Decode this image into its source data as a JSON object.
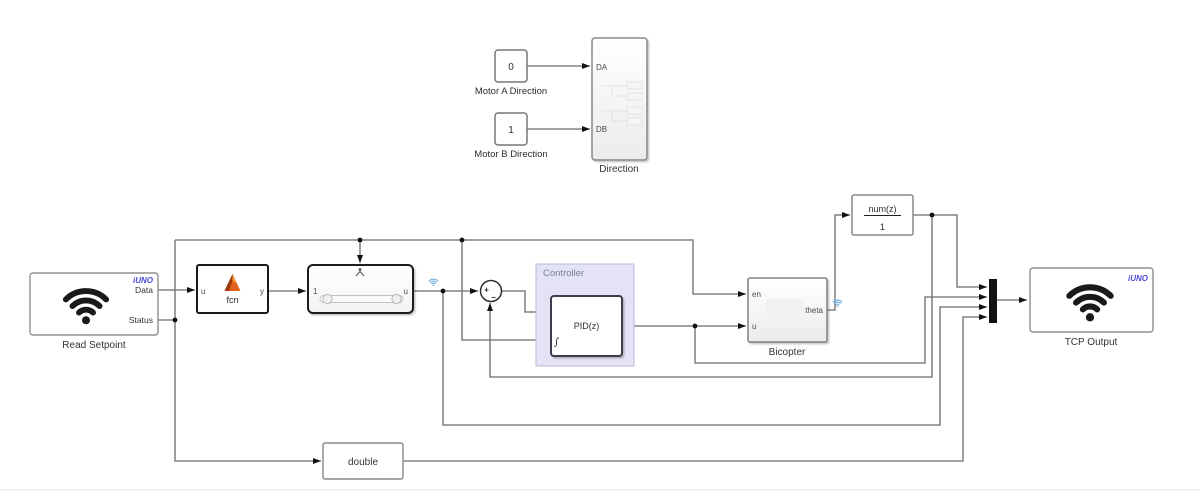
{
  "diagram": {
    "motor_a": {
      "value": "0",
      "label": "Motor A Direction"
    },
    "motor_b": {
      "value": "1",
      "label": "Motor B Direction"
    },
    "direction": {
      "label": "Direction",
      "port_da": "DA",
      "port_db": "DB"
    },
    "read_setpoint": {
      "label": "Read Setpoint",
      "badge": "iUNO",
      "port_data": "Data",
      "port_status": "Status"
    },
    "fcn": {
      "label": "fcn",
      "port_in": "u",
      "port_out": "y"
    },
    "slider": {
      "port_in": "1",
      "port_out": "u"
    },
    "sum": {
      "sign_plus": "+",
      "sign_minus": "−"
    },
    "controller": {
      "label": "Controller"
    },
    "pid": {
      "label": "PID(z)",
      "port_reset": "∫"
    },
    "bicopter": {
      "label": "Bicopter",
      "port_en": "en",
      "port_u": "u",
      "port_theta": "theta"
    },
    "transfer_fcn": {
      "numerator": "num(z)",
      "denominator": "1"
    },
    "double_conv": {
      "label": "double"
    },
    "tcp_output": {
      "label": "TCP Output",
      "badge": "iUNO"
    }
  },
  "colors": {
    "wire": "#6b6b6b",
    "badge_blue": "#4a4ad6",
    "signal_log_blue": "#7bb3e0",
    "controller_fill": "#e3e3f5",
    "controller_border": "#b9b9dc",
    "matlab_orange": "#e2611b",
    "block_border": "#888888",
    "mux_black": "#111111"
  }
}
